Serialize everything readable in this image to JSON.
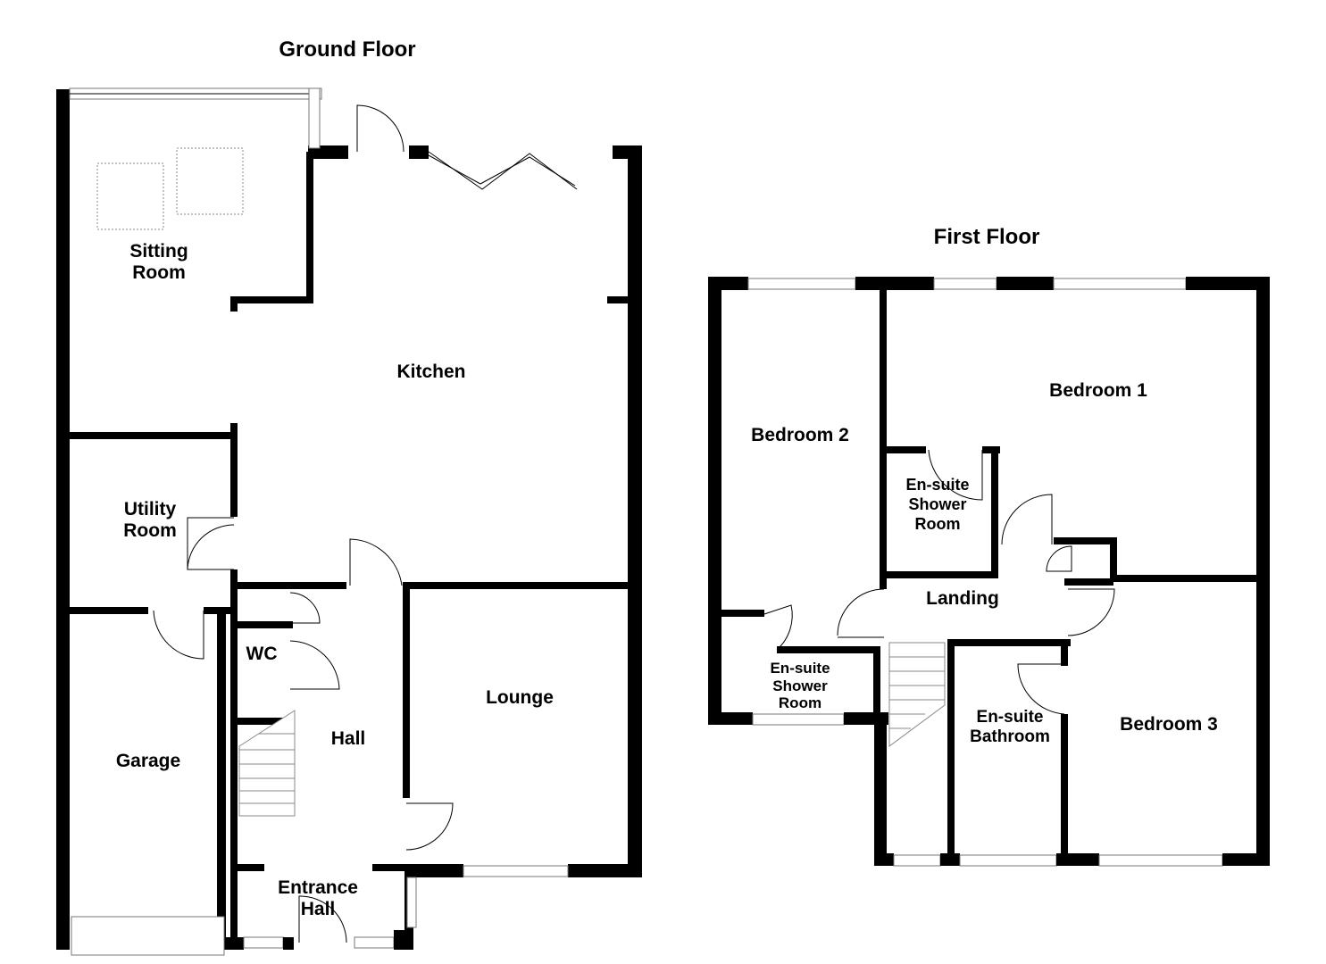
{
  "ground_floor": {
    "title": "Ground Floor",
    "rooms": {
      "sitting_room": [
        "Sitting",
        "Room"
      ],
      "kitchen": "Kitchen",
      "utility_room": [
        "Utility",
        "Room"
      ],
      "garage": "Garage",
      "wc": "WC",
      "hall": "Hall",
      "lounge": "Lounge",
      "entrance_hall": [
        "Entrance",
        "Hall"
      ]
    }
  },
  "first_floor": {
    "title": "First Floor",
    "rooms": {
      "bedroom_1": "Bedroom 1",
      "bedroom_2": "Bedroom 2",
      "bedroom_3": "Bedroom 3",
      "ensuite_shower_upper": [
        "En-suite",
        "Shower",
        "Room"
      ],
      "ensuite_shower_lower": [
        "En-suite",
        "Shower",
        "Room"
      ],
      "landing": "Landing",
      "ensuite_bathroom": [
        "En-suite",
        "Bathroom"
      ]
    }
  }
}
